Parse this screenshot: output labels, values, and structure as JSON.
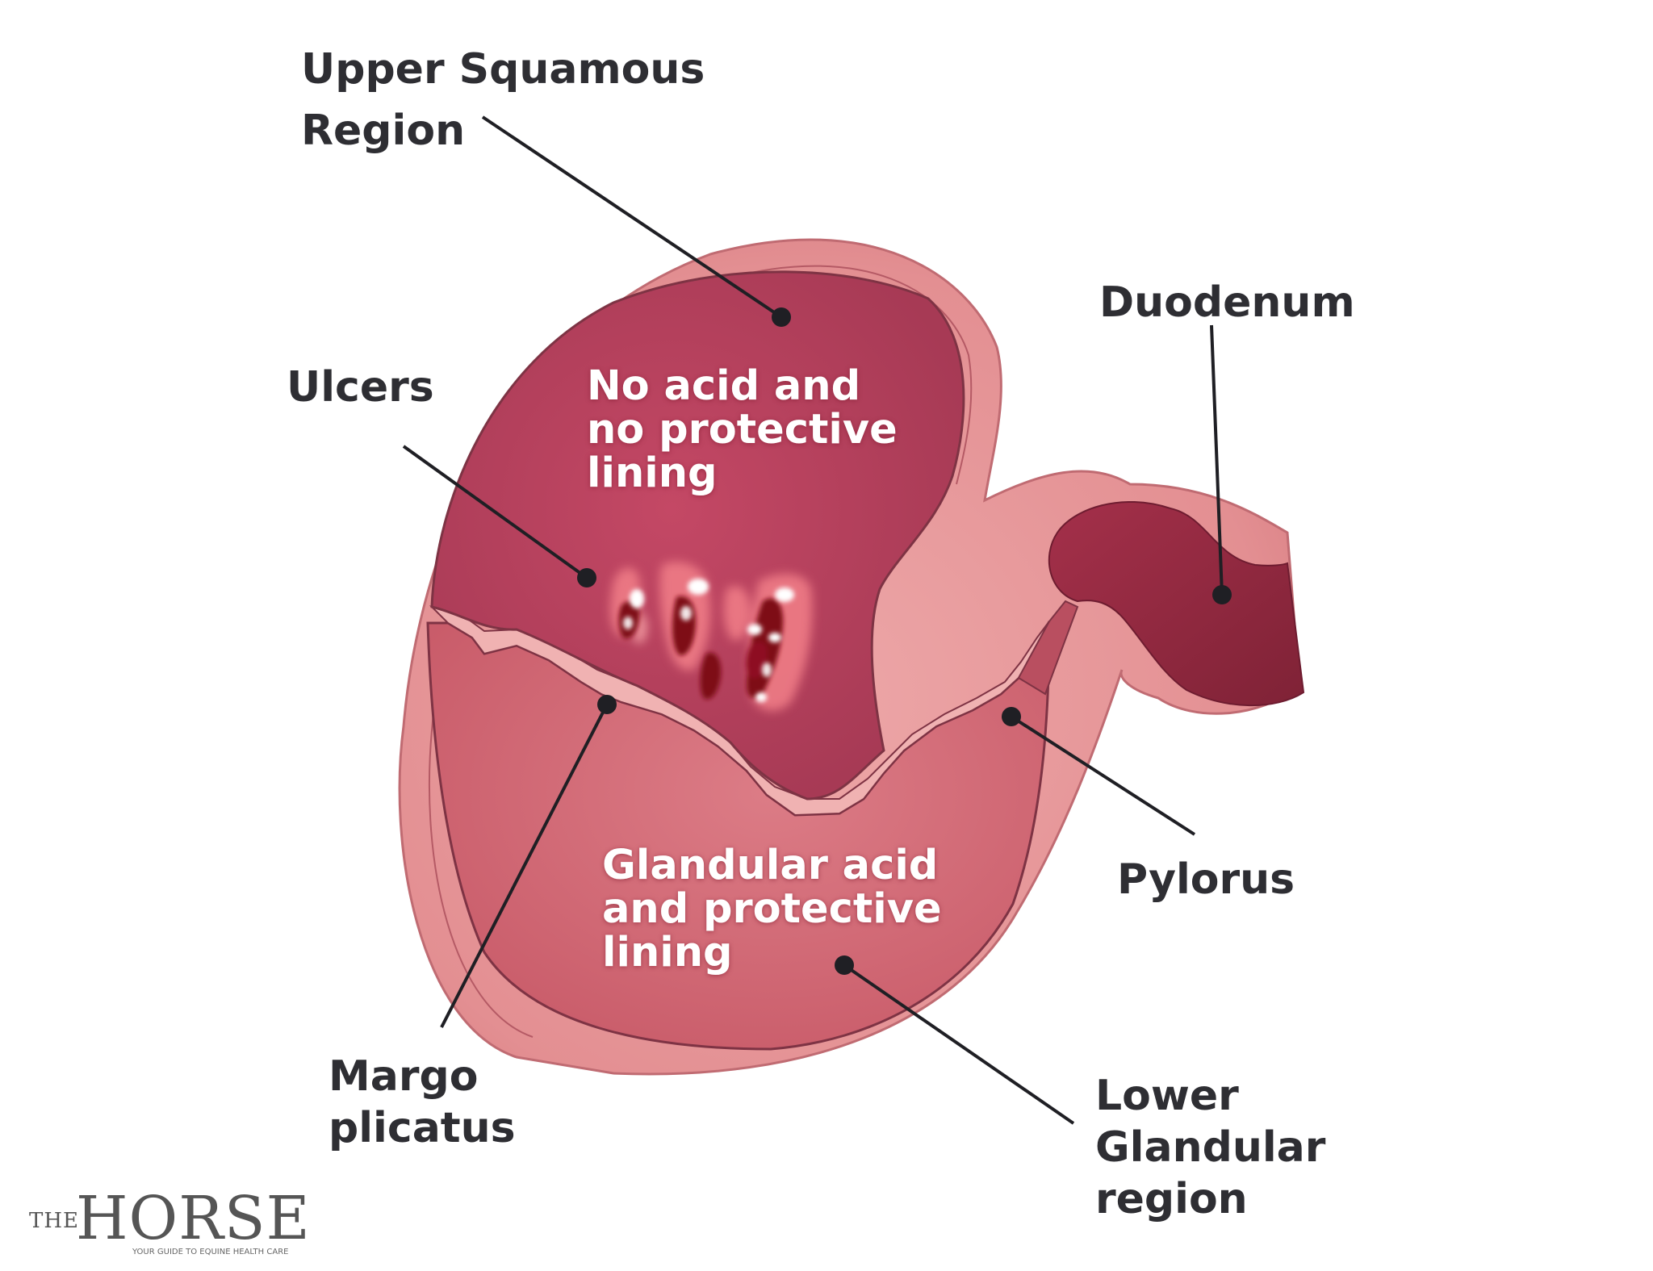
{
  "labels": {
    "upper_squamous": [
      "Upper Squamous",
      "Region"
    ],
    "ulcers": [
      "Ulcers"
    ],
    "duodenum": [
      "Duodenum"
    ],
    "pylorus": [
      "Pylorus"
    ],
    "margo_plicatus": [
      "Margo",
      "plicatus"
    ],
    "lower_glandular": [
      "Lower",
      "Glandular",
      "region"
    ]
  },
  "regions": {
    "squamous_text": [
      "No acid and",
      "no protective",
      "lining"
    ],
    "glandular_text": [
      "Glandular acid",
      "and protective",
      "lining"
    ]
  },
  "logo": {
    "the": "THE",
    "horse": "HORSE",
    "tagline": "YOUR GUIDE TO EQUINE HEALTH CARE"
  },
  "colors": {
    "outer_wall": "#e69a9b",
    "squamous": "#b9435c",
    "glandular": "#d9737d",
    "duodenum": "#93293f",
    "leader_line": "#1f1f24"
  }
}
